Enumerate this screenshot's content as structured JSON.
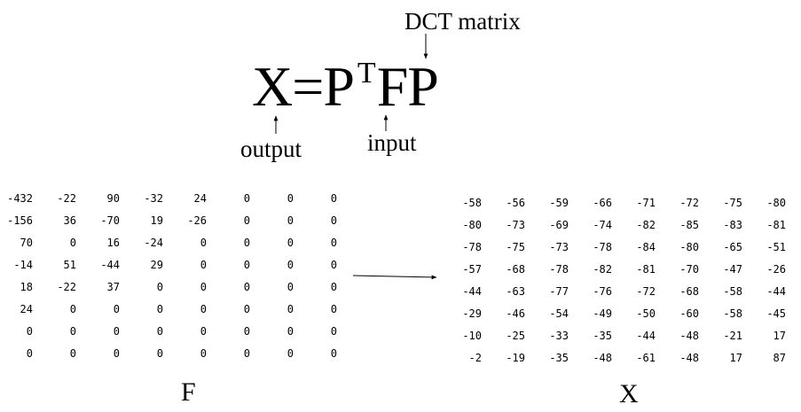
{
  "equation": {
    "lhs": "X",
    "equals": "=",
    "p_left": "P",
    "superscript": "T",
    "f": "F",
    "p_right": "P",
    "annotations": {
      "dct_matrix": "DCT matrix",
      "output": "output",
      "input": "input"
    }
  },
  "matrix_f": {
    "label": "F",
    "rows": [
      [
        "-432",
        "-22",
        "90",
        "-32",
        "24",
        "0",
        "0",
        "0"
      ],
      [
        "-156",
        "36",
        "-70",
        "19",
        "-26",
        "0",
        "0",
        "0"
      ],
      [
        "70",
        "0",
        "16",
        "-24",
        "0",
        "0",
        "0",
        "0"
      ],
      [
        "-14",
        "51",
        "-44",
        "29",
        "0",
        "0",
        "0",
        "0"
      ],
      [
        "18",
        "-22",
        "37",
        "0",
        "0",
        "0",
        "0",
        "0"
      ],
      [
        "24",
        "0",
        "0",
        "0",
        "0",
        "0",
        "0",
        "0"
      ],
      [
        "0",
        "0",
        "0",
        "0",
        "0",
        "0",
        "0",
        "0"
      ],
      [
        "0",
        "0",
        "0",
        "0",
        "0",
        "0",
        "0",
        "0"
      ]
    ]
  },
  "matrix_x": {
    "label": "X",
    "rows": [
      [
        "-58",
        "-56",
        "-59",
        "-66",
        "-71",
        "-72",
        "-75",
        "-80"
      ],
      [
        "-80",
        "-73",
        "-69",
        "-74",
        "-82",
        "-85",
        "-83",
        "-81"
      ],
      [
        "-78",
        "-75",
        "-73",
        "-78",
        "-84",
        "-80",
        "-65",
        "-51"
      ],
      [
        "-57",
        "-68",
        "-78",
        "-82",
        "-81",
        "-70",
        "-47",
        "-26"
      ],
      [
        "-44",
        "-63",
        "-77",
        "-76",
        "-72",
        "-68",
        "-58",
        "-44"
      ],
      [
        "-29",
        "-46",
        "-54",
        "-49",
        "-50",
        "-60",
        "-58",
        "-45"
      ],
      [
        "-10",
        "-25",
        "-33",
        "-35",
        "-44",
        "-48",
        "-21",
        "17"
      ],
      [
        "-2",
        "-19",
        "-35",
        "-48",
        "-61",
        "-48",
        "17",
        "87"
      ]
    ]
  }
}
